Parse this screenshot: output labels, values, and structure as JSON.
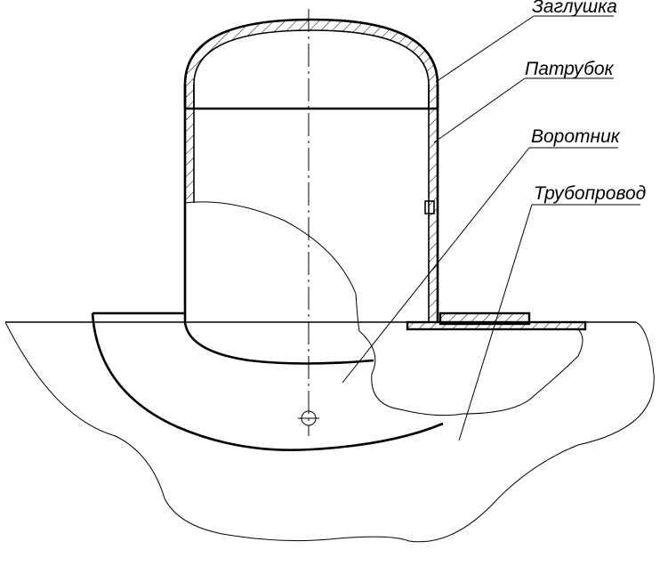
{
  "labels": {
    "cap": "Заглушка",
    "branch_pipe": "Патрубок",
    "collar": "Воротник",
    "pipeline": "Трубопровод"
  },
  "colors": {
    "line": "#000000",
    "background": "#ffffff"
  }
}
